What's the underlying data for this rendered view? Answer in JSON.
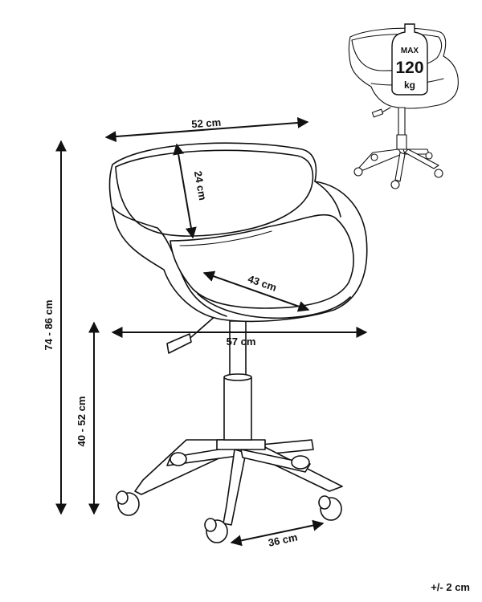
{
  "dimensions": {
    "width_top": "52 cm",
    "backrest_height": "24 cm",
    "seat_depth": "43 cm",
    "overall_width": "57 cm",
    "total_height": "74 - 86 cm",
    "seat_height": "40 - 52 cm",
    "base_radius": "36 cm",
    "tolerance": "+/- 2 cm"
  },
  "max_load_badge": {
    "line1": "MAX",
    "line2": "120",
    "line3": "kg"
  }
}
